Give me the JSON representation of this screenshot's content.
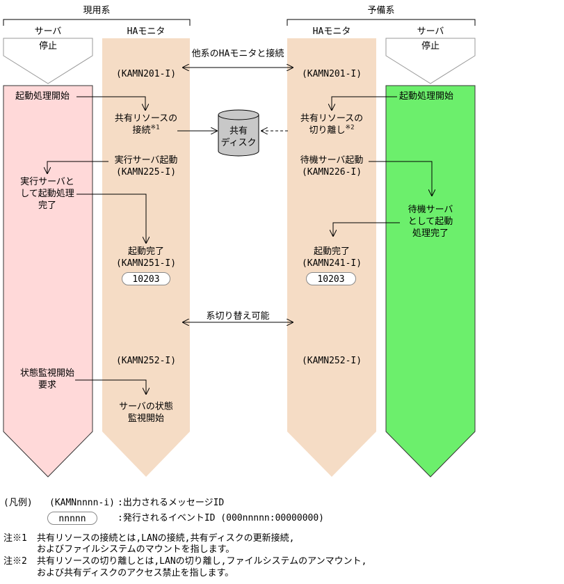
{
  "header": {
    "active_system": "現用系",
    "standby_system": "予備系"
  },
  "columns": {
    "active_server": "サーバ",
    "active_ha": "HAモニタ",
    "standby_ha": "HAモニタ",
    "standby_server": "サーバ"
  },
  "states": {
    "active_stopped": "停止",
    "standby_stopped": "停止"
  },
  "connection": {
    "label": "他系のHAモニタと接続",
    "active_msg": "(KAMN201-I)",
    "standby_msg": "(KAMN201-I)"
  },
  "active_server_steps": {
    "start": "起動処理開始",
    "done_line1": "実行サーバと",
    "done_line2": "して起動処理",
    "done_line3": "完了",
    "monitor_line1": "状態監視開始",
    "monitor_line2": "要求"
  },
  "active_ha_steps": {
    "share_line1": "共有リソースの",
    "share_line2": "接続",
    "share_note": "※1",
    "exec_start": "実行サーバ起動",
    "exec_msg": "(KAMN225-I)",
    "complete": "起動完了",
    "complete_msg": "(KAMN251-I)",
    "event_id": "10203",
    "switch_msg": "(KAMN252-I)",
    "monitor_line1": "サーバの状態",
    "monitor_line2": "監視開始"
  },
  "disk": {
    "line1": "共有",
    "line2": "ディスク"
  },
  "standby_ha_steps": {
    "detach_line1": "共有リソースの",
    "detach_line2": "切り離し",
    "detach_note": "※2",
    "wait_start": "待機サーバ起動",
    "wait_msg": "(KAMN226-I)",
    "complete": "起動完了",
    "complete_msg": "(KAMN241-I)",
    "event_id": "10203",
    "switch_msg": "(KAMN252-I)"
  },
  "standby_server_steps": {
    "start": "起動処理開始",
    "done_line1": "待機サーバ",
    "done_line2": "として起動",
    "done_line3": "処理完了"
  },
  "switch": {
    "label": "系切り替え可能"
  },
  "legend": {
    "title": "(凡例)",
    "msg_sample": "(KAMNnnnn-i)",
    "msg_desc": ":出力されるメッセージID",
    "event_sample": "nnnnn",
    "event_desc": ":発行されるイベントID (000nnnnn:00000000)"
  },
  "notes": [
    {
      "mark": "注※1",
      "line1": "共有リソースの接続とは,LANの接続,共有ディスクの更新接続,",
      "line2": "およびファイルシステムのマウントを指します。"
    },
    {
      "mark": "注※2",
      "line1": "共有リソースの切り離しとは,LANの切り離し,ファイルシステムのアンマウント,",
      "line2": "および共有ディスクのアクセス禁止を指します。"
    }
  ],
  "colors": {
    "active_server": "#ffd9d9",
    "ha_monitor": "#f5dcc5",
    "standby_server": "#6cef6c",
    "disk": "#c8c8c8"
  }
}
